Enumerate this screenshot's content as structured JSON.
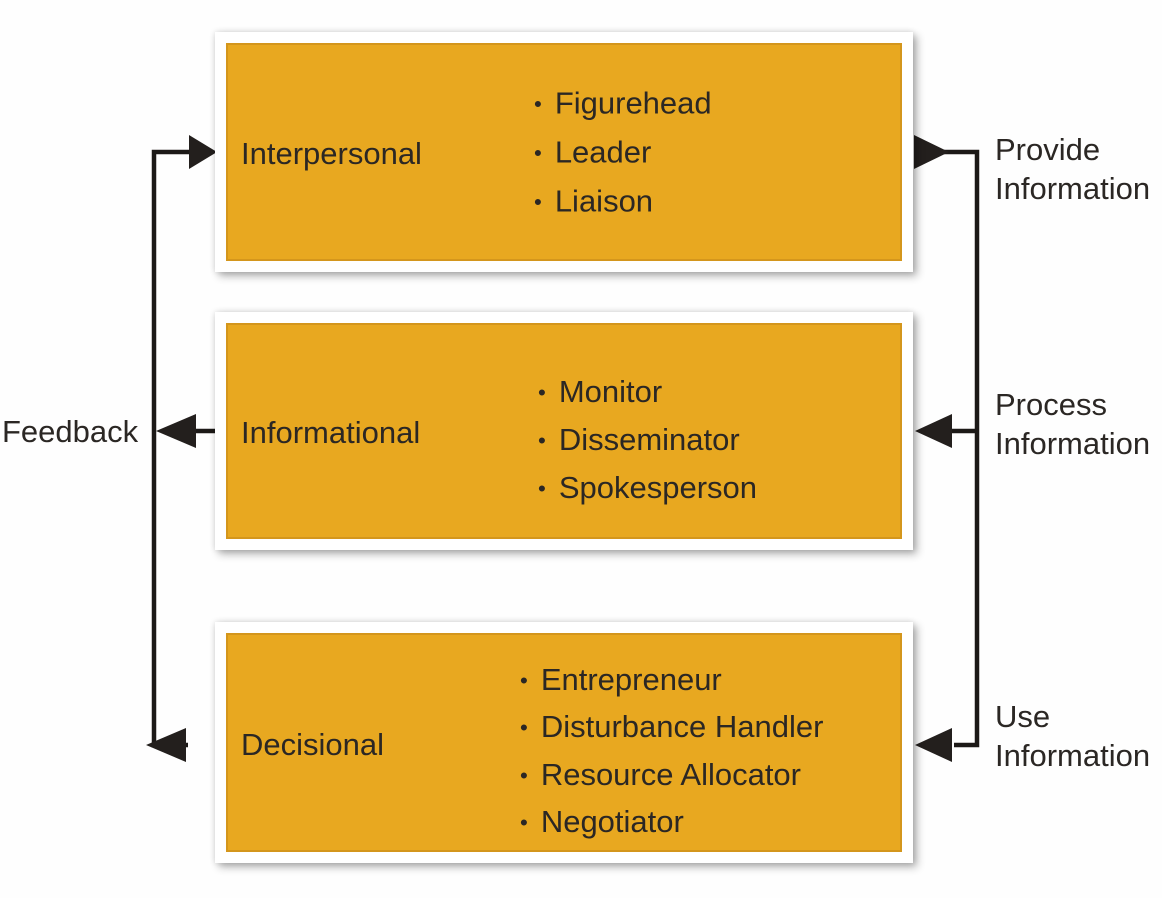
{
  "diagram": {
    "boxes": [
      {
        "label": "Interpersonal",
        "items": [
          "Figurehead",
          "Leader",
          "Liaison"
        ]
      },
      {
        "label": "Informational",
        "items": [
          "Monitor",
          "Disseminator",
          "Spokesperson"
        ]
      },
      {
        "label": "Decisional",
        "items": [
          "Entrepreneur",
          "Disturbance Handler",
          "Resource Allocator",
          "Negotiator"
        ]
      }
    ],
    "left_label": "Feedback",
    "right_labels": [
      "Provide Information",
      "Process Information",
      "Use Information"
    ],
    "colors": {
      "box_fill": "#E8A820",
      "box_border": "#D4961C",
      "box_frame": "#FFFFFF",
      "line": "#1C1917",
      "text": "#2B2724",
      "background": "#FEFEFE"
    }
  }
}
